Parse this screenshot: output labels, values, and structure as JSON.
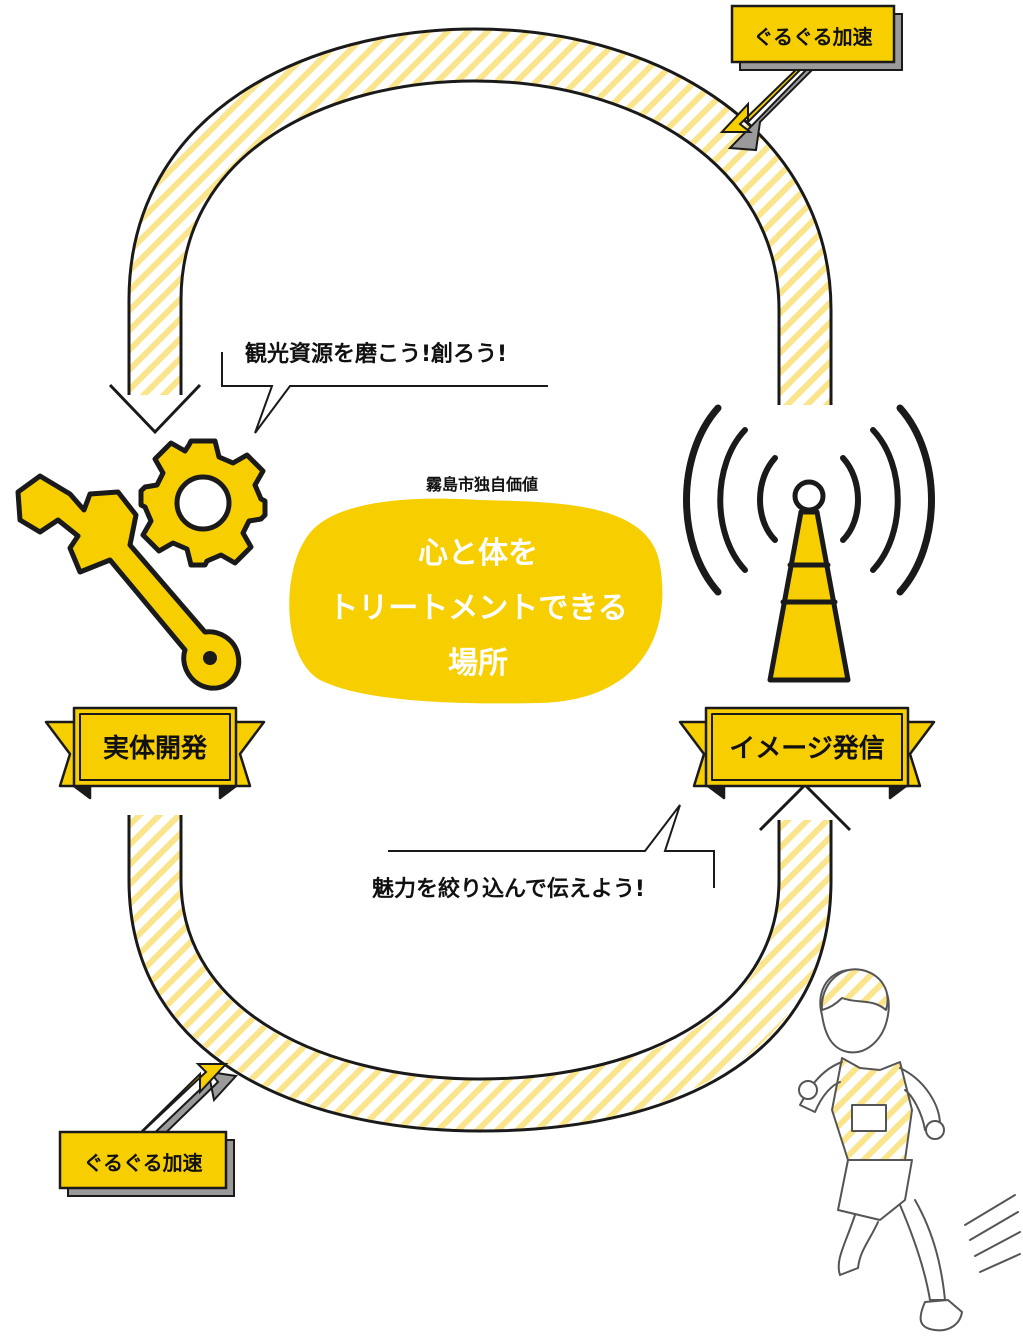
{
  "accelerate_top": "ぐるぐる加速",
  "accelerate_bottom": "ぐるぐる加速",
  "bubble_top": "観光資源を磨こう!創ろう!",
  "bubble_bottom": "魅力を絞り込んで伝えよう!",
  "center": {
    "subtitle": "霧島市独自価値",
    "line1": "心と体を",
    "line2": "トリートメントできる",
    "line3": "場所"
  },
  "ribbon_left": "実体開発",
  "ribbon_right": "イメージ発信",
  "colors": {
    "accent": "#f7cf00",
    "stripe": "#fbe58c",
    "ink": "#1a1a1a",
    "shadow": "#9a9a9a"
  },
  "icons": [
    "wrench-icon",
    "gear-icon",
    "antenna-tower-icon",
    "runner-illustration"
  ]
}
